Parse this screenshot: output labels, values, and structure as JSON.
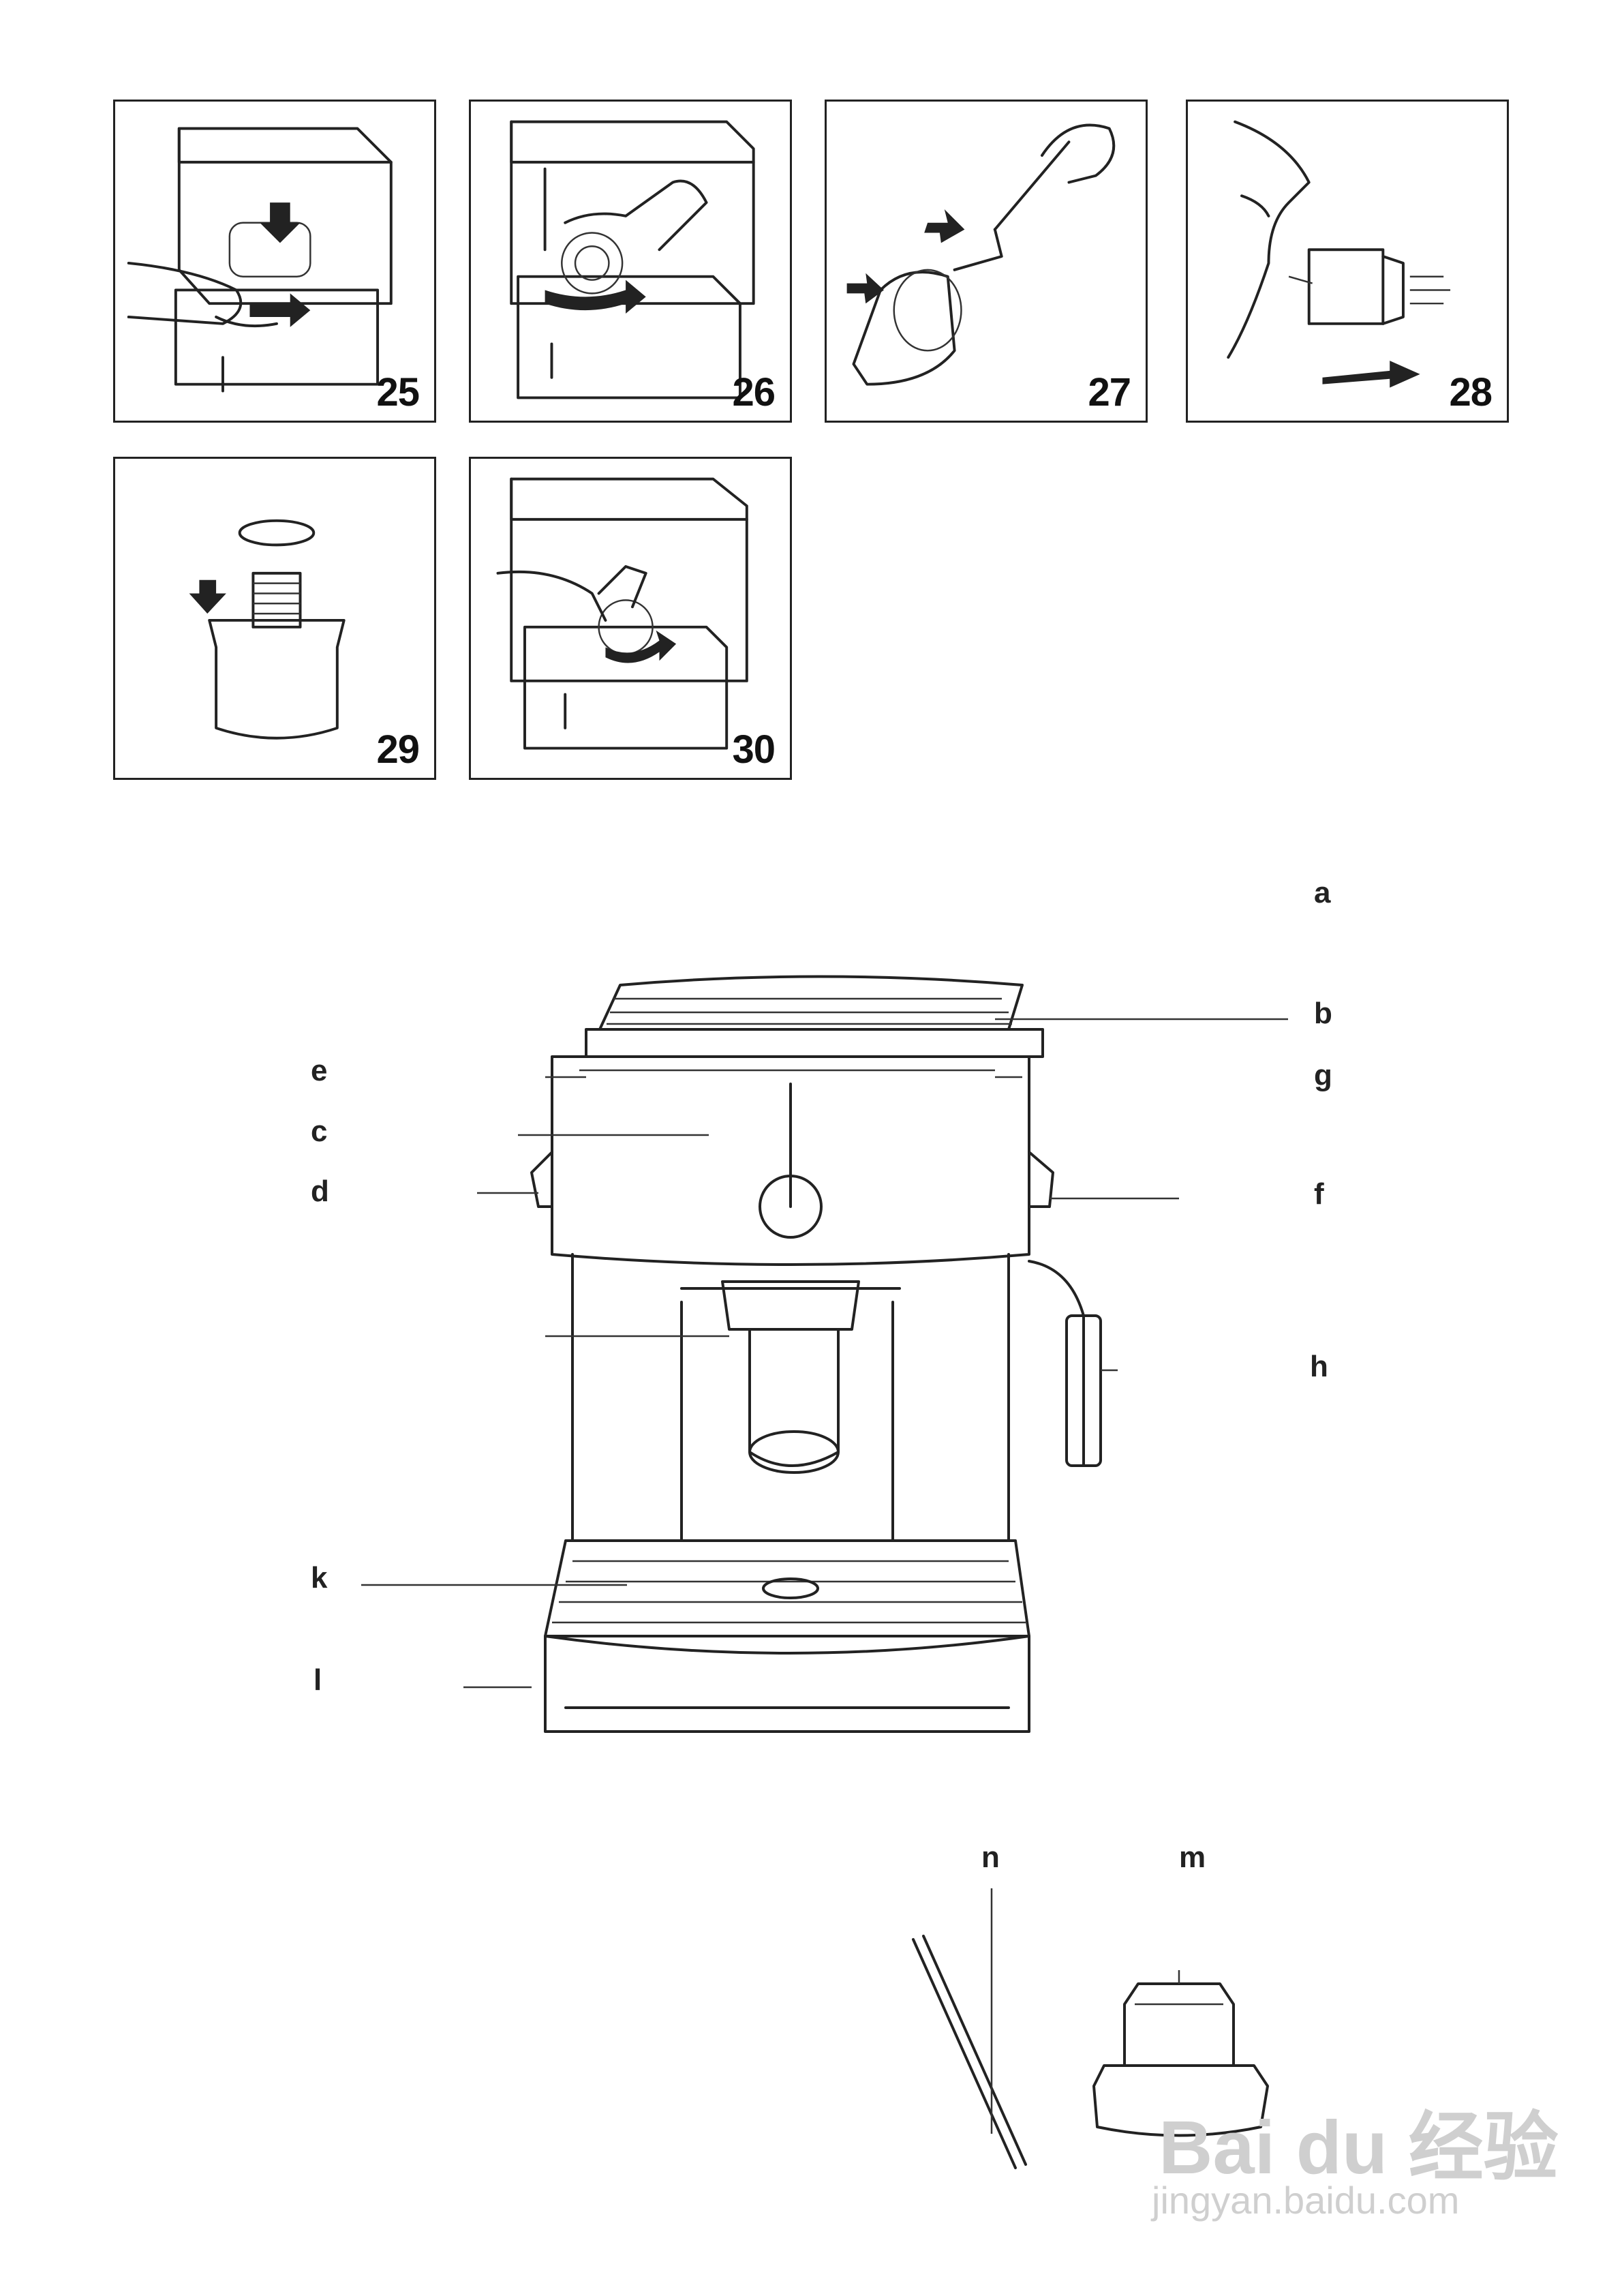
{
  "figures": [
    {
      "number": "25"
    },
    {
      "number": "26"
    },
    {
      "number": "27"
    },
    {
      "number": "28"
    },
    {
      "number": "29"
    },
    {
      "number": "30"
    }
  ],
  "diagram_labels": {
    "a": "a",
    "b": "b",
    "c": "c",
    "d": "d",
    "e": "e",
    "f": "f",
    "g": "g",
    "h": "h",
    "k": "k",
    "l": "l",
    "m": "m",
    "n": "n"
  },
  "watermark": {
    "logo": "Bai du 经验",
    "url": "jingyan.baidu.com"
  }
}
